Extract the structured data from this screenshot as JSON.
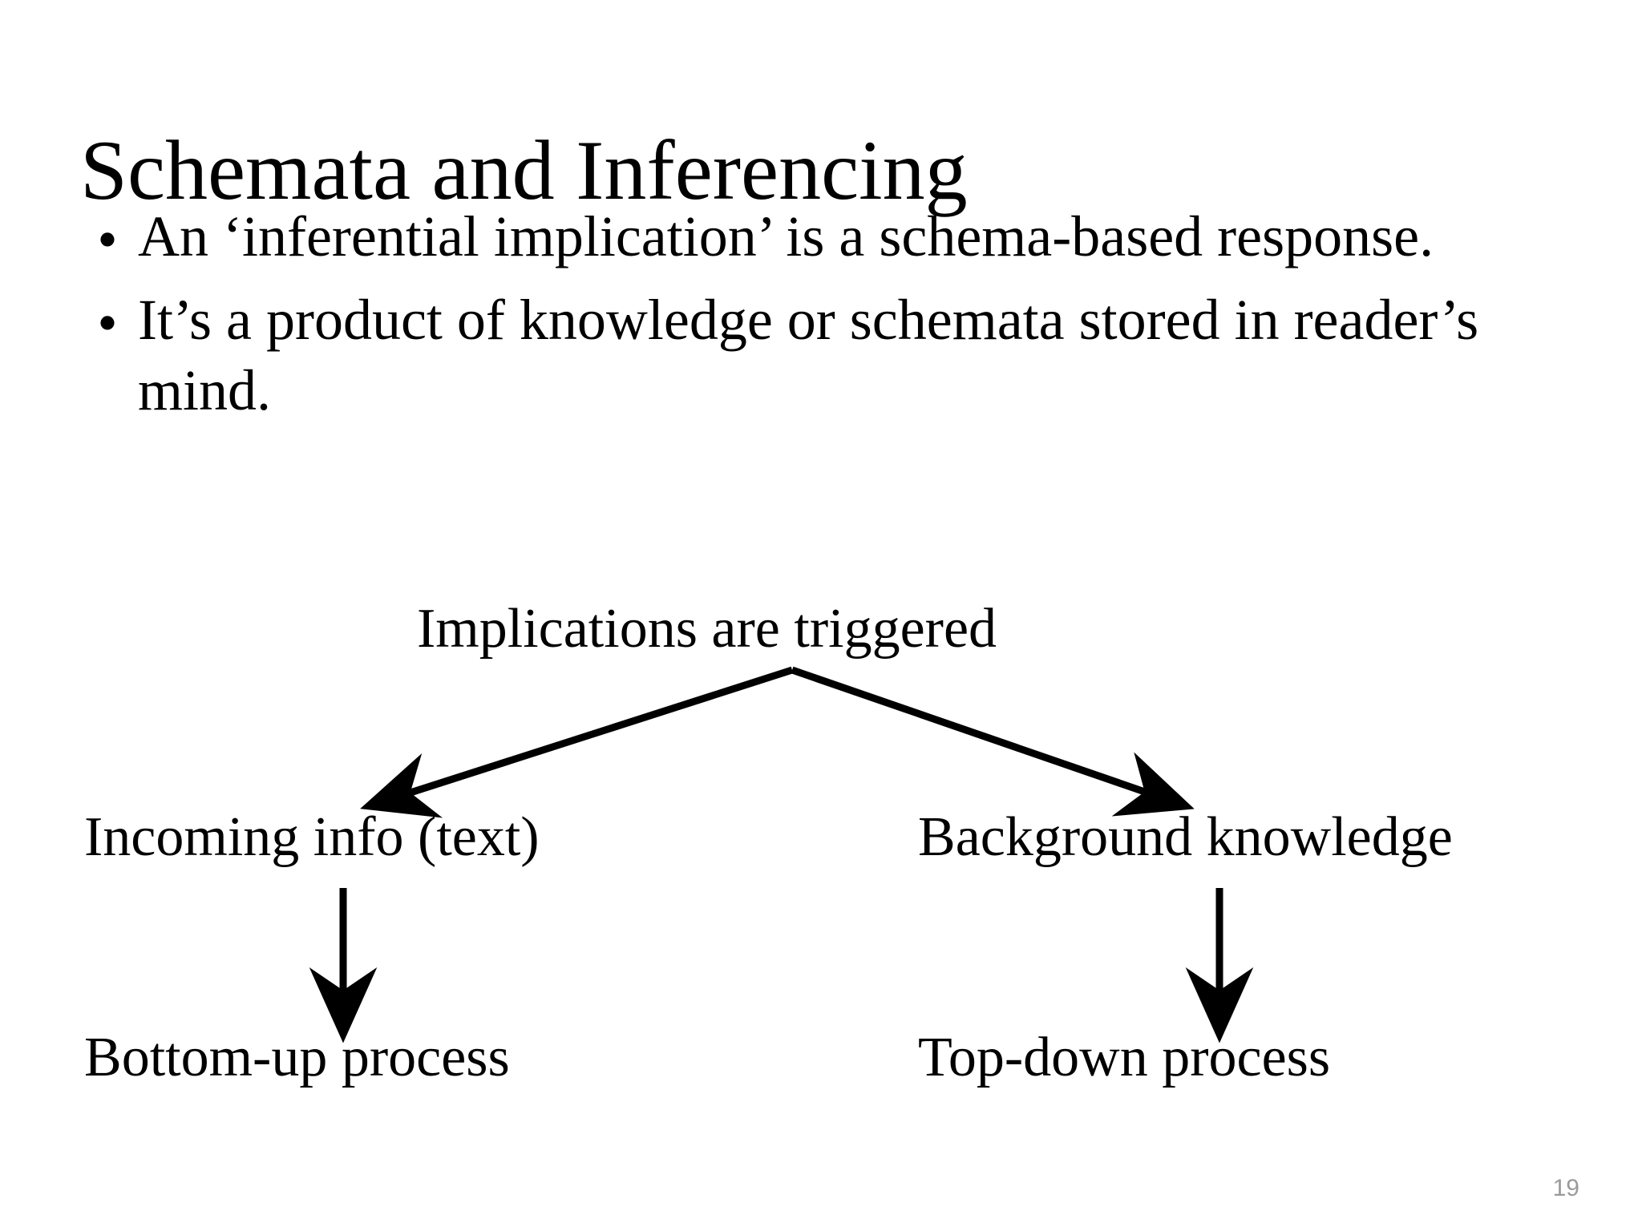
{
  "slide": {
    "title": "Schemata and Inferencing",
    "page_number": "19",
    "bullet_marker": "•",
    "bullets": [
      "An ‘inferential implication’ is a schema-based response.",
      "It’s a product of knowledge or schemata stored in reader’s mind."
    ],
    "diagram": {
      "root_label": "Implications are triggered",
      "branches": [
        {
          "source_label": "Incoming info (text)",
          "result_label": "Bottom-up process"
        },
        {
          "source_label": "Background knowledge",
          "result_label": "Top-down process"
        }
      ],
      "line_color": "#000000"
    }
  }
}
